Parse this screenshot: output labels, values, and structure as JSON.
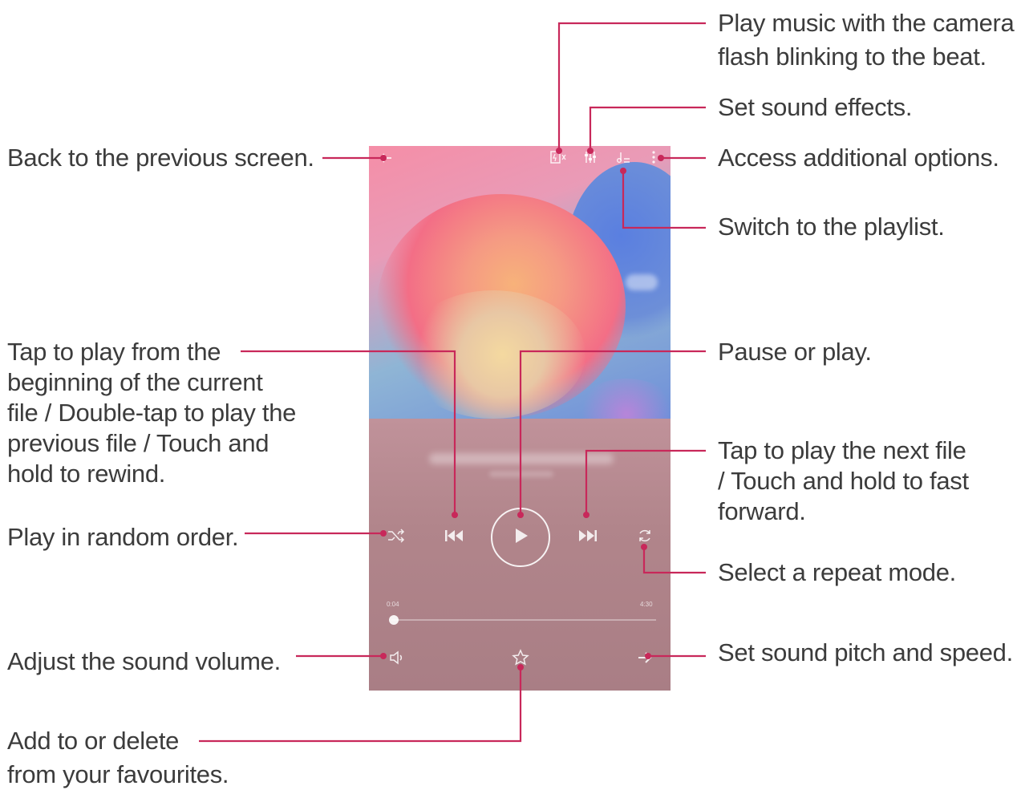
{
  "labels": {
    "camera_flash": [
      "Play music with the camera",
      "flash blinking to the beat."
    ],
    "sound_effects": [
      "Set sound effects."
    ],
    "back": [
      "Back to the previous screen."
    ],
    "options": [
      "Access additional options."
    ],
    "playlist": [
      "Switch to the playlist."
    ],
    "rewind": [
      "Tap to play from the",
      "beginning of the current",
      "file / Double-tap to play the",
      "previous file / Touch and",
      "hold to rewind."
    ],
    "pause_play": [
      "Pause or play."
    ],
    "next": [
      "Tap to play the next file",
      "/ Touch and hold to fast",
      "forward."
    ],
    "shuffle": [
      "Play in random order."
    ],
    "repeat": [
      "Select a repeat mode."
    ],
    "volume": [
      "Adjust the sound volume."
    ],
    "pitch_speed": [
      "Set sound pitch and speed."
    ],
    "favourites": [
      "Add to or delete",
      "from your favourites."
    ]
  },
  "player": {
    "elapsed": "0:04",
    "total": "4:30",
    "progress": 0.01
  },
  "colors": {
    "leader_line": "#c8285a",
    "label_text": "#3c3c3c"
  },
  "icons": {
    "back": "arrow-left-icon",
    "flash": "camera-flash-icon",
    "equalizer": "equalizer-icon",
    "playlist": "playlist-icon",
    "menu": "more-vertical-icon",
    "shuffle": "shuffle-icon",
    "previous": "skip-previous-icon",
    "play": "play-icon",
    "next": "skip-next-icon",
    "repeat": "repeat-icon",
    "volume": "volume-icon",
    "favourite": "star-icon",
    "pitch": "pitch-speed-icon"
  }
}
